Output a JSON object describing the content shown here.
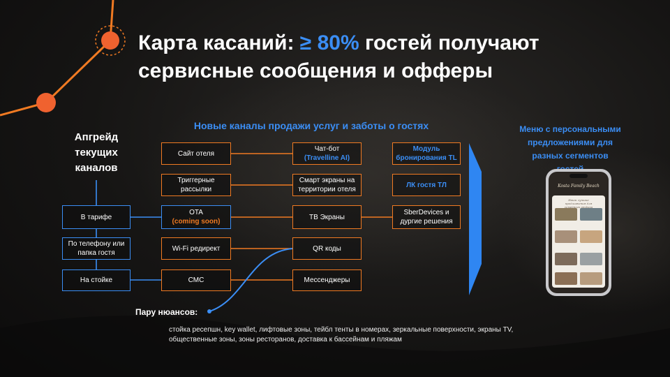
{
  "title": {
    "line1_prefix": "Карта касаний: ",
    "line1_accent": "≥ 80%",
    "line1_suffix": " гостей получают",
    "line2": "сервисные сообщения и офферы"
  },
  "upgrade": {
    "heading_lines": [
      "Апгрейд",
      "текущих",
      "каналов"
    ],
    "boxes": [
      "В тарифе",
      "По телефону или папка гостя",
      "На стойке"
    ]
  },
  "channels": {
    "heading": "Новые каналы продажи услуг и заботы о гостях",
    "col1": [
      {
        "label": "Сайт отеля"
      },
      {
        "label": "Триггерные рассылки"
      },
      {
        "label": "OTA",
        "sub": "(coming soon)"
      },
      {
        "label": "Wi-Fi редирект"
      },
      {
        "label": "СМС"
      }
    ],
    "col2": [
      {
        "label": "Чат-бот",
        "sub": "(Travelline AI)"
      },
      {
        "label": "Смарт экраны на территории отеля"
      },
      {
        "label": "ТВ Экраны"
      },
      {
        "label": "QR коды"
      },
      {
        "label": "Мессенджеры"
      }
    ],
    "col3": [
      {
        "label": "Модуль бронирования TL"
      },
      {
        "label": "ЛК гостя ТЛ"
      },
      {
        "label": "SberDevices и дургие решения"
      }
    ]
  },
  "menu": {
    "heading": "Меню с персональными предложениями для разных сегментов гостей",
    "phone_title": "Kosta Family Beach",
    "phone_subtitle": "Наши лучшие предложения для семейного отдыха"
  },
  "nuances": {
    "label": "Пару нюансов:",
    "text": "стойка ресепшн, key wallet, лифтовые зоны, тейбл тенты в номерах, зеркальные поверхности, экраны TV, общественные зоны, зоны ресторанов, доставка к бассейнам и пляжам"
  },
  "colors": {
    "accent_blue": "#3b8ef5",
    "accent_orange": "#f07a22",
    "dot_orange": "#f0622f"
  }
}
